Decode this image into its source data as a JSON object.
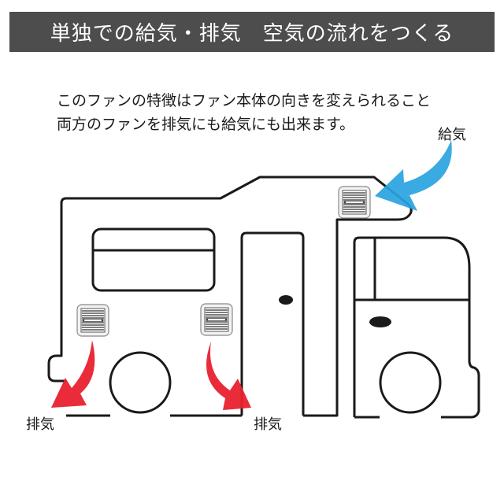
{
  "banner": {
    "title": "単独での給気・排気　空気の流れをつくる"
  },
  "description": {
    "lines": [
      "このファンの特徴はファン本体の向きを変えられること",
      "両方のファンを排気にも給気にも出来ます。"
    ]
  },
  "labels": {
    "intake": "給気",
    "exhaust_rear": "排気",
    "exhaust_middle": "排気"
  },
  "colors": {
    "banner_bg": "#4d4d4d",
    "banner_text": "#ffffff",
    "intake_arrow": "#29a3e0",
    "exhaust_arrow": "#e8202f",
    "outline": "#1a1a1a",
    "vent_fill": "#f2f2f2",
    "vent_slats": "#555555"
  },
  "diagram": {
    "subject": "camper-van-side-view",
    "vents": [
      {
        "id": "roof-vent",
        "flow": "intake"
      },
      {
        "id": "rear-side-vent",
        "flow": "exhaust"
      },
      {
        "id": "middle-side-vent",
        "flow": "exhaust"
      }
    ]
  }
}
